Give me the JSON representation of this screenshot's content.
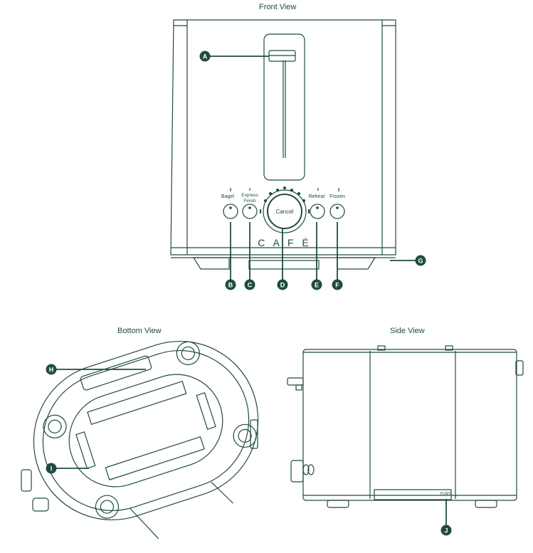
{
  "colors": {
    "line": "#1f4b43",
    "callout": "#1f4b43",
    "callout_text": "#ffffff",
    "background": "#ffffff"
  },
  "views": {
    "front": "Front View",
    "bottom": "Bottom View",
    "side": "Side View"
  },
  "controls": {
    "bagel": "Bagel",
    "express_line1": "Express",
    "express_line2": "Finish",
    "cancel": "Cancel",
    "reheat": "Reheat",
    "frozen": "Frozen"
  },
  "brand": "C A F É",
  "side_label": "PUSH",
  "callouts": {
    "a": "A",
    "b": "B",
    "c": "C",
    "d": "D",
    "e": "E",
    "f": "F",
    "g": "G",
    "h": "H",
    "i": "I",
    "j": "J"
  }
}
